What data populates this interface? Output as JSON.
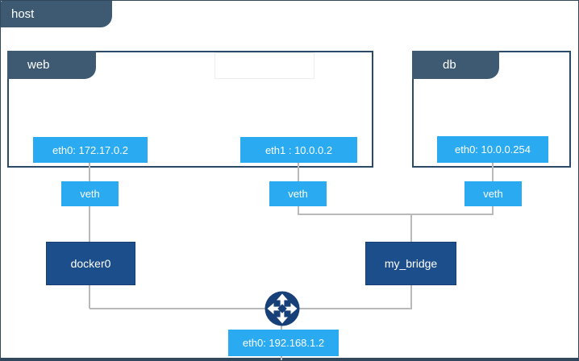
{
  "colors": {
    "accent": "#29aaf1",
    "navy": "#1c4e8b",
    "navy_border": "#153f76",
    "slate": "#3e5a73",
    "frame": "#31485c",
    "container_border": "#2b4a68",
    "line": "#b9b9b9",
    "text_on_fill": "#ffffff"
  },
  "host": {
    "label": "host"
  },
  "containers": [
    {
      "name": "web",
      "interfaces": [
        {
          "label": "eth0: 172.17.0.2"
        },
        {
          "label": "eth1 : 10.0.0.2"
        }
      ]
    },
    {
      "name": "db",
      "interfaces": [
        {
          "label": "eth0: 10.0.0.254"
        }
      ]
    }
  ],
  "veths": [
    "veth",
    "veth",
    "veth"
  ],
  "bridges": [
    {
      "label": "docker0"
    },
    {
      "label": "my_bridge"
    }
  ],
  "host_interface": {
    "label": "eth0: 192.168.1.2"
  },
  "icons": {
    "router": "four-way-routing-arrows"
  }
}
